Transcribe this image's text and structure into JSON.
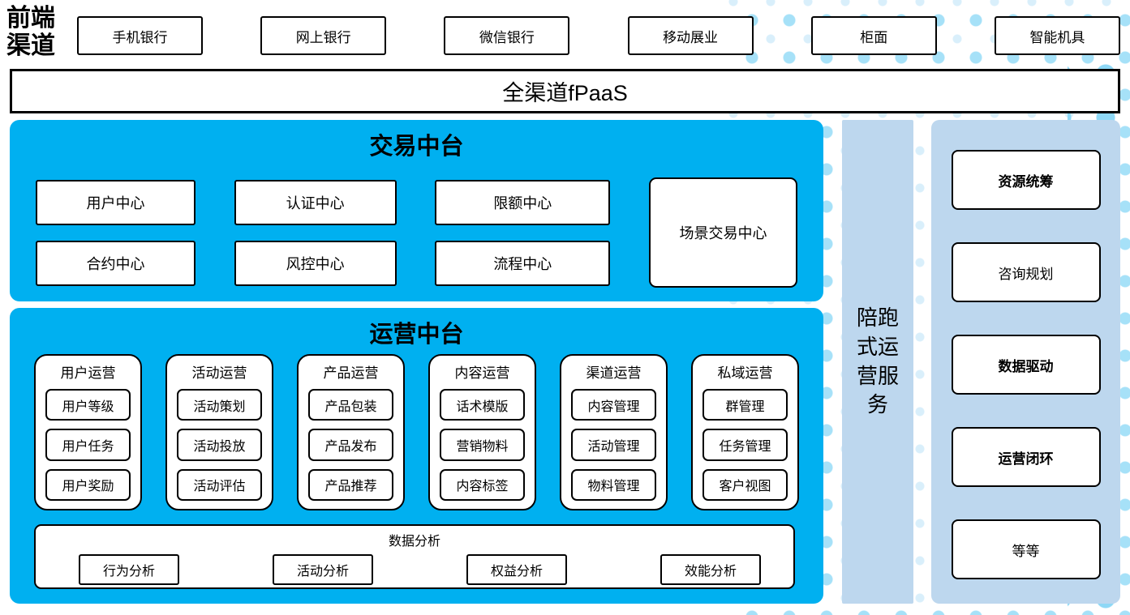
{
  "channels": {
    "label": "前端渠道",
    "items": [
      "手机银行",
      "网上银行",
      "微信银行",
      "移动展业",
      "柜面",
      "智能机具"
    ]
  },
  "fpaas": {
    "label": "全渠道fPaaS"
  },
  "trading": {
    "title": "交易中台",
    "grid": [
      [
        "用户中心",
        "认证中心",
        "限额中心"
      ],
      [
        "合约中心",
        "风控中心",
        "流程中心"
      ]
    ],
    "tall_box": "场景交易中心"
  },
  "operations": {
    "title": "运营中台",
    "columns": [
      {
        "header": "用户运营",
        "items": [
          "用户等级",
          "用户任务",
          "用户奖励"
        ]
      },
      {
        "header": "活动运营",
        "items": [
          "活动策划",
          "活动投放",
          "活动评估"
        ]
      },
      {
        "header": "产品运营",
        "items": [
          "产品包装",
          "产品发布",
          "产品推荐"
        ]
      },
      {
        "header": "内容运营",
        "items": [
          "话术模版",
          "营销物料",
          "内容标签"
        ]
      },
      {
        "header": "渠道运营",
        "items": [
          "内容管理",
          "活动管理",
          "物料管理"
        ]
      },
      {
        "header": "私域运营",
        "items": [
          "群管理",
          "任务管理",
          "客户视图"
        ]
      }
    ],
    "analytics": {
      "title": "数据分析",
      "items": [
        "行为分析",
        "活动分析",
        "权益分析",
        "效能分析"
      ]
    }
  },
  "side_bar": {
    "label": "陪跑式运营服务"
  },
  "right_panel": {
    "items": [
      {
        "label": "资源统筹",
        "bold": true
      },
      {
        "label": "咨询规划",
        "bold": false
      },
      {
        "label": "数据驱动",
        "bold": true
      },
      {
        "label": "运营闭环",
        "bold": true
      },
      {
        "label": "等等",
        "bold": false
      }
    ]
  },
  "colors": {
    "accent_blue": "#00b0f0",
    "panel_blue": "#bdd7ee",
    "dot_light": "#d9effb",
    "dot_bright": "#a6e1f8",
    "dot_big": "#8ed8f6",
    "ink": "#000000"
  }
}
